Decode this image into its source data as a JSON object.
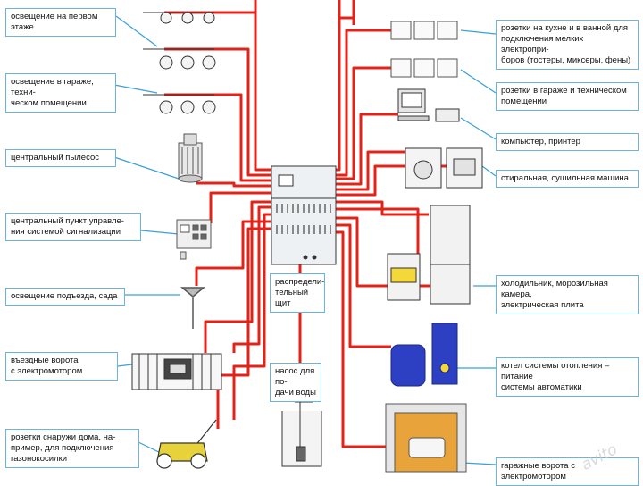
{
  "colors": {
    "wire": "#e2231a",
    "leader": "#3aa0d8",
    "label_border": "#6bb4e0",
    "panel": "#eef1f3",
    "appliance_blue": "#2d3fc2",
    "garage": "#e8a33a"
  },
  "labels": {
    "lighting_first_floor": [
      "освещение на первом этаже"
    ],
    "lighting_garage": [
      "освещение в гараже, техни-",
      "ческом помещении"
    ],
    "central_vacuum": [
      "центральный пылесос"
    ],
    "alarm_control": [
      "центральный пункт управле-",
      "ния системой сигнализации"
    ],
    "porch_garden_light": [
      "освещение подъезда, сада"
    ],
    "entrance_gate": [
      "въездные ворота",
      "с электромотором"
    ],
    "outdoor_sockets": [
      "розетки снаружи дома, на-",
      "пример, для подключения",
      "газонокосилки"
    ],
    "water_pump": [
      "насос для по-",
      "дачи воды"
    ],
    "distribution_board": [
      "распредели-",
      "тельный щит"
    ],
    "kitchen_sockets": [
      "розетки на кухне и в ванной для",
      "подключения мелких электропри-",
      "боров (тостеры, миксеры, фены)"
    ],
    "garage_sockets": [
      "розетки в гараже и техническом",
      "помещении"
    ],
    "computer_printer": [
      "компьютер, принтер"
    ],
    "washer_dryer": [
      "стиральная, сушильная машина"
    ],
    "fridge_freezer": [
      "холодильник, морозильная камера,",
      "электрическая плита"
    ],
    "heating_boiler": [
      "котел системы отопления – питание",
      "системы автоматики"
    ],
    "garage_door": [
      "гаражные ворота с электромотором"
    ]
  },
  "watermark": "avito"
}
